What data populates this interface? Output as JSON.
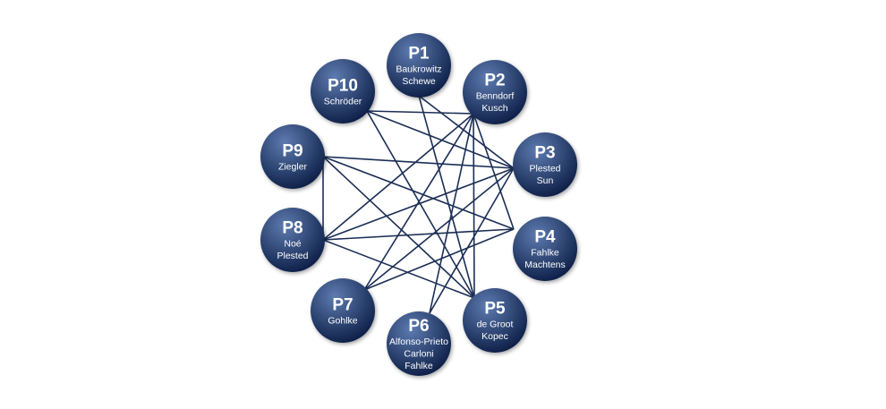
{
  "diagram": {
    "colors": {
      "node_fill_light": "#5d7bb0",
      "node_fill_dark": "#0d1f47",
      "edge": "#1b2e55",
      "text": "#ffffff",
      "background": "#ffffff"
    },
    "nodes": [
      {
        "id": "P1",
        "lines": [
          "Baukrowitz",
          "Schewe"
        ]
      },
      {
        "id": "P2",
        "lines": [
          "Benndorf",
          "Kusch"
        ]
      },
      {
        "id": "P3",
        "lines": [
          "Plested",
          "Sun"
        ]
      },
      {
        "id": "P4",
        "lines": [
          "Fahlke",
          "Machtens"
        ]
      },
      {
        "id": "P5",
        "lines": [
          "de Groot",
          "Kopec"
        ]
      },
      {
        "id": "P6",
        "lines": [
          "Alfonso-Prieto",
          "Carloni",
          "Fahlke"
        ]
      },
      {
        "id": "P7",
        "lines": [
          "Gohlke"
        ]
      },
      {
        "id": "P8",
        "lines": [
          "Noé",
          "Plested"
        ]
      },
      {
        "id": "P9",
        "lines": [
          "Ziegler"
        ]
      },
      {
        "id": "P10",
        "lines": [
          "Schröder"
        ]
      }
    ],
    "edges": [
      [
        "P1",
        "P3"
      ],
      [
        "P1",
        "P5"
      ],
      [
        "P2",
        "P4"
      ],
      [
        "P2",
        "P5"
      ],
      [
        "P2",
        "P6"
      ],
      [
        "P2",
        "P7"
      ],
      [
        "P2",
        "P8"
      ],
      [
        "P2",
        "P10"
      ],
      [
        "P3",
        "P6"
      ],
      [
        "P3",
        "P7"
      ],
      [
        "P3",
        "P8"
      ],
      [
        "P3",
        "P9"
      ],
      [
        "P3",
        "P10"
      ],
      [
        "P4",
        "P8"
      ],
      [
        "P4",
        "P9"
      ],
      [
        "P4",
        "P7"
      ],
      [
        "P5",
        "P8"
      ],
      [
        "P5",
        "P9"
      ],
      [
        "P5",
        "P10"
      ],
      [
        "P8",
        "P9"
      ]
    ]
  }
}
